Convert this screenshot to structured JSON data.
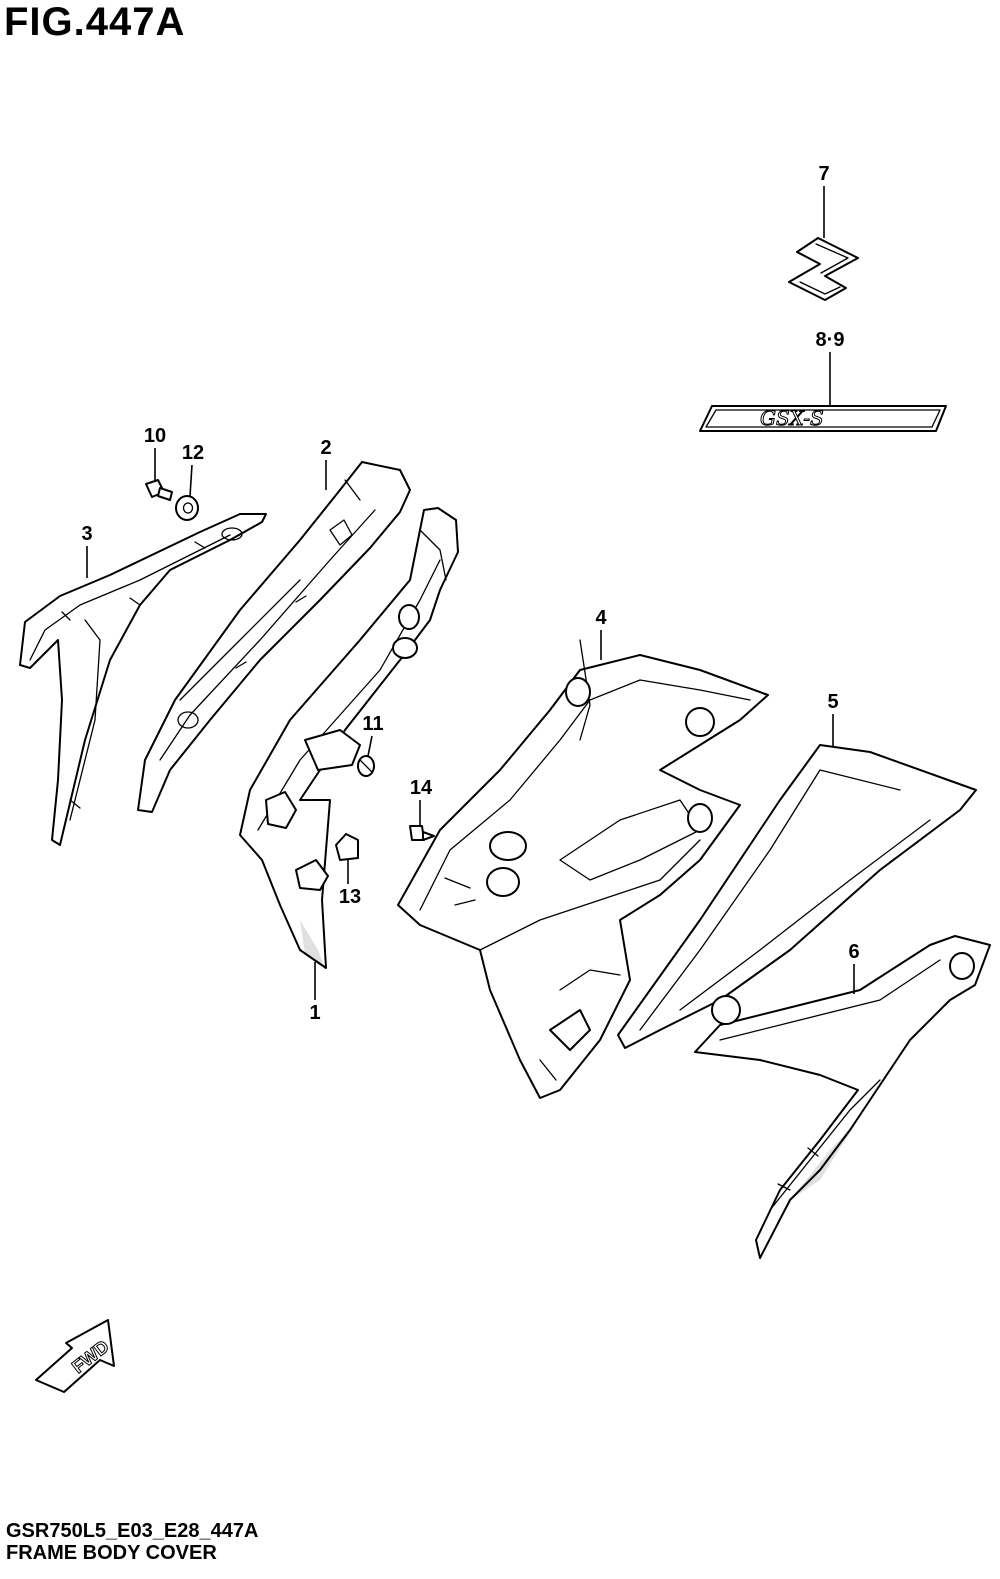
{
  "figure": {
    "title": "FIG.447A",
    "code": "GSR750L5_E03_E28_447A",
    "name": "FRAME BODY COVER"
  },
  "callouts": [
    {
      "id": "1",
      "label": "1"
    },
    {
      "id": "2",
      "label": "2"
    },
    {
      "id": "3",
      "label": "3"
    },
    {
      "id": "4",
      "label": "4"
    },
    {
      "id": "5",
      "label": "5"
    },
    {
      "id": "6",
      "label": "6"
    },
    {
      "id": "7",
      "label": "7"
    },
    {
      "id": "8-9",
      "label": "8·9"
    },
    {
      "id": "10",
      "label": "10"
    },
    {
      "id": "11",
      "label": "11"
    },
    {
      "id": "12",
      "label": "12"
    },
    {
      "id": "13",
      "label": "13"
    },
    {
      "id": "14",
      "label": "14"
    }
  ],
  "emblems": {
    "suzuki_logo": "S",
    "model_badge": "GSX-S"
  },
  "direction_marker": {
    "label": "FWD"
  }
}
